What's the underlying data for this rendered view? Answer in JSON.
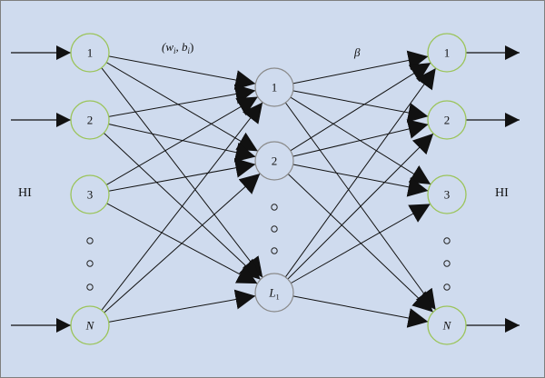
{
  "labels": {
    "input_side": "HI",
    "output_side": "HI",
    "input_weights": "(w",
    "input_weights_sub_i": "i",
    "input_weights_sep": ", b",
    "input_weights_sub_b": "i",
    "input_weights_close": ")",
    "output_weights": "β"
  },
  "input_nodes": [
    "1",
    "2",
    "3",
    "N"
  ],
  "hidden_nodes": [
    "1",
    "2",
    "L"
  ],
  "hidden_last_sub": "1",
  "output_nodes": [
    "1",
    "2",
    "3",
    "N"
  ],
  "colors": {
    "background": "#cfdbee",
    "io_node_stroke": "#9bc45a",
    "hidden_node_stroke": "#8a8a8a",
    "edge": "#111111"
  }
}
